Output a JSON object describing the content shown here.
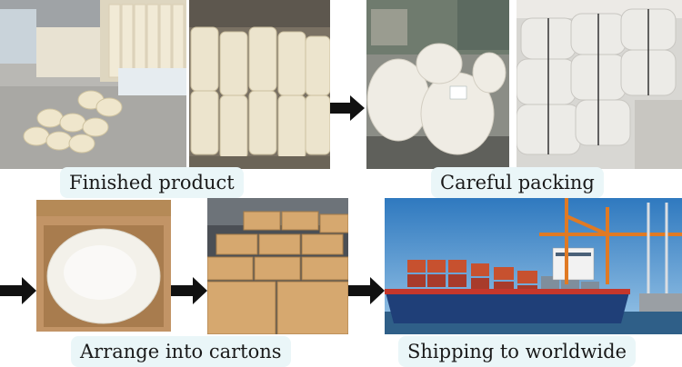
{
  "steps": [
    {
      "label": "Finished product"
    },
    {
      "label": "Careful packing"
    },
    {
      "label": "Arrange into cartons"
    },
    {
      "label": "Shipping to worldwide"
    }
  ],
  "icons": [
    "arrow-right-icon"
  ],
  "colors": {
    "caption_bg": "#eaf6f8",
    "arrow": "#111111",
    "sky": "#3a86c8",
    "sea": "#2f5f88",
    "hull": "#1f3f78",
    "carton": "#d4a36a",
    "bale": "#efebe2"
  }
}
